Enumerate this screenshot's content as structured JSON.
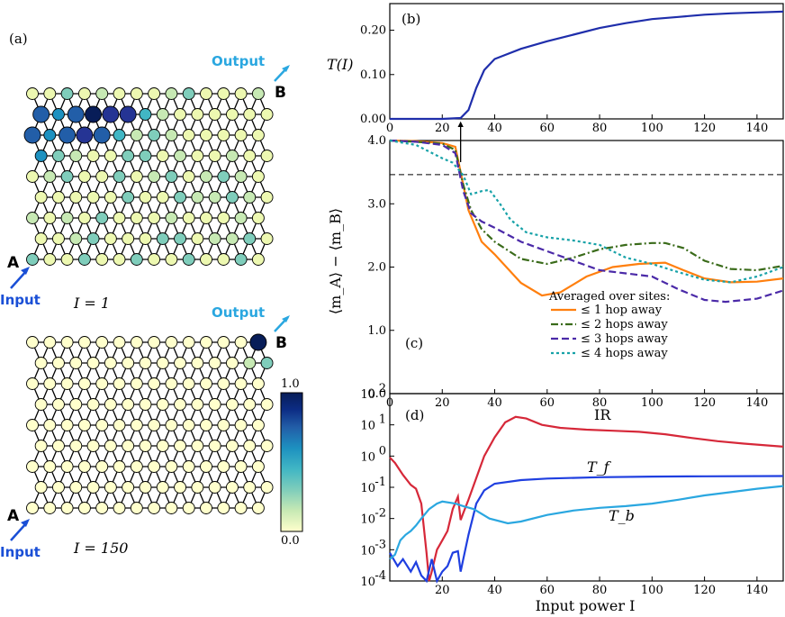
{
  "panel_a": {
    "label": "(a)",
    "top": {
      "input_label": "Input",
      "output_label": "Output",
      "site_a": "A",
      "site_b": "B",
      "caption": "I = 1"
    },
    "bottom": {
      "input_label": "Input",
      "output_label": "Output",
      "site_a": "A",
      "site_b": "B",
      "caption": "I = 150"
    },
    "colorbar": {
      "max_label": "1.0",
      "min_label": "0.0",
      "colors": [
        "#ffffcc",
        "#c7e9b4",
        "#7fcdbb",
        "#41b6c4",
        "#1d91c0",
        "#225ea8",
        "#0c2c84",
        "#081d58"
      ]
    }
  },
  "colors": {
    "orange": "#ff7f0e",
    "darkgreen": "#3a6b1a",
    "indigo": "#4b2aa8",
    "teal": "#17a2a8",
    "red": "#d62839",
    "blue": "#1f3fe0",
    "lightblue": "#2aa7e0",
    "navy": "#1f2eab",
    "arrow_blue": "#1a4fd6",
    "arrow_cyan": "#2aa7e0"
  },
  "chart_data": [
    {
      "type": "line",
      "panel": "(b)",
      "ylabel": "T(I)",
      "xlabel": "",
      "xlim": [
        0,
        150
      ],
      "ylim": [
        0,
        0.26
      ],
      "xticks": [
        "0",
        "20",
        "40",
        "60",
        "80",
        "100",
        "120",
        "140"
      ],
      "yticks": [
        "0.00",
        "0.10",
        "0.20"
      ],
      "series": [
        {
          "values": [
            [
              0,
              0
            ],
            [
              20,
              0
            ],
            [
              27,
              0.002
            ],
            [
              30,
              0.02
            ],
            [
              33,
              0.07
            ],
            [
              36,
              0.11
            ],
            [
              40,
              0.135
            ],
            [
              50,
              0.158
            ],
            [
              60,
              0.175
            ],
            [
              70,
              0.19
            ],
            [
              80,
              0.205
            ],
            [
              90,
              0.216
            ],
            [
              100,
              0.225
            ],
            [
              110,
              0.23
            ],
            [
              120,
              0.235
            ],
            [
              130,
              0.238
            ],
            [
              140,
              0.24
            ],
            [
              150,
              0.242
            ]
          ]
        }
      ]
    },
    {
      "type": "line",
      "panel": "(c)",
      "ylabel": "⟨m_A⟩ − ⟨m_B⟩",
      "xlabel": "",
      "xlim": [
        0,
        150
      ],
      "ylim": [
        0,
        4.0
      ],
      "xticks": [
        "0",
        "20",
        "40",
        "60",
        "80",
        "100",
        "120",
        "140"
      ],
      "yticks": [
        "0.0",
        "1.0",
        "2.0",
        "3.0",
        "4.0"
      ],
      "hline": 3.46,
      "legend_title": "Averaged over sites:",
      "series": [
        {
          "name": "≤ 1 hop away",
          "values": [
            [
              0,
              4.0
            ],
            [
              10,
              3.99
            ],
            [
              20,
              3.96
            ],
            [
              25,
              3.9
            ],
            [
              27,
              3.5
            ],
            [
              30,
              2.9
            ],
            [
              35,
              2.4
            ],
            [
              40,
              2.2
            ],
            [
              50,
              1.75
            ],
            [
              58,
              1.55
            ],
            [
              65,
              1.6
            ],
            [
              75,
              1.85
            ],
            [
              85,
              2.0
            ],
            [
              95,
              2.05
            ],
            [
              105,
              2.07
            ],
            [
              112,
              1.95
            ],
            [
              120,
              1.82
            ],
            [
              130,
              1.76
            ],
            [
              140,
              1.77
            ],
            [
              150,
              1.82
            ]
          ]
        },
        {
          "name": "≤ 2 hops away",
          "values": [
            [
              0,
              4.0
            ],
            [
              10,
              3.98
            ],
            [
              20,
              3.95
            ],
            [
              25,
              3.85
            ],
            [
              28,
              3.3
            ],
            [
              31,
              2.9
            ],
            [
              35,
              2.6
            ],
            [
              40,
              2.4
            ],
            [
              50,
              2.13
            ],
            [
              60,
              2.05
            ],
            [
              70,
              2.15
            ],
            [
              80,
              2.28
            ],
            [
              90,
              2.35
            ],
            [
              100,
              2.38
            ],
            [
              105,
              2.38
            ],
            [
              112,
              2.3
            ],
            [
              120,
              2.1
            ],
            [
              130,
              1.97
            ],
            [
              140,
              1.95
            ],
            [
              150,
              2.02
            ]
          ]
        },
        {
          "name": "≤ 3 hops away",
          "values": [
            [
              0,
              4.0
            ],
            [
              10,
              3.98
            ],
            [
              20,
              3.93
            ],
            [
              25,
              3.8
            ],
            [
              28,
              3.2
            ],
            [
              31,
              2.85
            ],
            [
              35,
              2.72
            ],
            [
              40,
              2.62
            ],
            [
              50,
              2.4
            ],
            [
              60,
              2.25
            ],
            [
              70,
              2.1
            ],
            [
              80,
              1.95
            ],
            [
              90,
              1.9
            ],
            [
              100,
              1.85
            ],
            [
              110,
              1.65
            ],
            [
              120,
              1.48
            ],
            [
              128,
              1.45
            ],
            [
              140,
              1.5
            ],
            [
              150,
              1.63
            ]
          ]
        },
        {
          "name": "≤ 4 hops away",
          "values": [
            [
              0,
              4.0
            ],
            [
              10,
              3.93
            ],
            [
              20,
              3.72
            ],
            [
              24,
              3.65
            ],
            [
              28,
              3.45
            ],
            [
              31,
              3.15
            ],
            [
              35,
              3.2
            ],
            [
              38,
              3.22
            ],
            [
              42,
              3.0
            ],
            [
              46,
              2.75
            ],
            [
              52,
              2.55
            ],
            [
              60,
              2.47
            ],
            [
              70,
              2.42
            ],
            [
              80,
              2.35
            ],
            [
              90,
              2.15
            ],
            [
              100,
              2.05
            ],
            [
              110,
              1.92
            ],
            [
              120,
              1.8
            ],
            [
              130,
              1.76
            ],
            [
              140,
              1.85
            ],
            [
              150,
              2.0
            ]
          ]
        }
      ]
    },
    {
      "type": "line",
      "panel": "(d)",
      "xlabel": "Input power I",
      "ylabel": "",
      "xlim": [
        0,
        150
      ],
      "yscale": "log",
      "ylim": [
        0.0001,
        100
      ],
      "xticks": [
        "20",
        "40",
        "60",
        "80",
        "100",
        "120",
        "140"
      ],
      "yticks": [
        "10^2",
        "10^1",
        "10^0",
        "10^-1",
        "10^-2",
        "10^-3",
        "10^-4"
      ],
      "series": [
        {
          "name": "IR",
          "values": [
            [
              0,
              0.9
            ],
            [
              2,
              0.6
            ],
            [
              5,
              0.25
            ],
            [
              8,
              0.12
            ],
            [
              10,
              0.09
            ],
            [
              12,
              0.03
            ],
            [
              14,
              0.0008
            ],
            [
              15,
              0.0001
            ],
            [
              16,
              0.0002
            ],
            [
              18,
              0.001
            ],
            [
              20,
              0.002
            ],
            [
              22,
              0.004
            ],
            [
              24,
              0.02
            ],
            [
              26,
              0.05
            ],
            [
              27,
              0.009
            ],
            [
              28,
              0.015
            ],
            [
              30,
              0.04
            ],
            [
              33,
              0.2
            ],
            [
              36,
              1.0
            ],
            [
              40,
              4.0
            ],
            [
              44,
              12
            ],
            [
              48,
              18
            ],
            [
              52,
              16
            ],
            [
              58,
              10
            ],
            [
              65,
              8
            ],
            [
              75,
              7
            ],
            [
              85,
              6.5
            ],
            [
              95,
              6
            ],
            [
              105,
              5
            ],
            [
              115,
              3.8
            ],
            [
              125,
              3.0
            ],
            [
              135,
              2.5
            ],
            [
              150,
              2.0
            ]
          ]
        },
        {
          "name": "T_f",
          "values": [
            [
              0,
              0.0008
            ],
            [
              3,
              0.0003
            ],
            [
              5,
              0.0005
            ],
            [
              8,
              0.0002
            ],
            [
              10,
              0.0004
            ],
            [
              12,
              0.00015
            ],
            [
              14,
              0.0001
            ],
            [
              16,
              0.0005
            ],
            [
              18,
              0.0001
            ],
            [
              20,
              0.0002
            ],
            [
              22,
              0.0003
            ],
            [
              24,
              0.0008
            ],
            [
              26,
              0.0009
            ],
            [
              27,
              0.0002
            ],
            [
              28,
              0.0005
            ],
            [
              30,
              0.003
            ],
            [
              33,
              0.03
            ],
            [
              36,
              0.08
            ],
            [
              40,
              0.13
            ],
            [
              50,
              0.17
            ],
            [
              60,
              0.19
            ],
            [
              80,
              0.21
            ],
            [
              100,
              0.22
            ],
            [
              120,
              0.225
            ],
            [
              150,
              0.23
            ]
          ]
        },
        {
          "name": "T_b",
          "values": [
            [
              0,
              0.0005
            ],
            [
              2,
              0.0007
            ],
            [
              4,
              0.002
            ],
            [
              6,
              0.003
            ],
            [
              8,
              0.004
            ],
            [
              10,
              0.006
            ],
            [
              12,
              0.01
            ],
            [
              15,
              0.02
            ],
            [
              18,
              0.03
            ],
            [
              20,
              0.035
            ],
            [
              25,
              0.03
            ],
            [
              28,
              0.025
            ],
            [
              32,
              0.02
            ],
            [
              38,
              0.01
            ],
            [
              45,
              0.007
            ],
            [
              50,
              0.008
            ],
            [
              60,
              0.013
            ],
            [
              70,
              0.018
            ],
            [
              80,
              0.022
            ],
            [
              90,
              0.025
            ],
            [
              100,
              0.03
            ],
            [
              110,
              0.04
            ],
            [
              120,
              0.055
            ],
            [
              130,
              0.07
            ],
            [
              140,
              0.09
            ],
            [
              150,
              0.11
            ]
          ]
        }
      ]
    }
  ]
}
